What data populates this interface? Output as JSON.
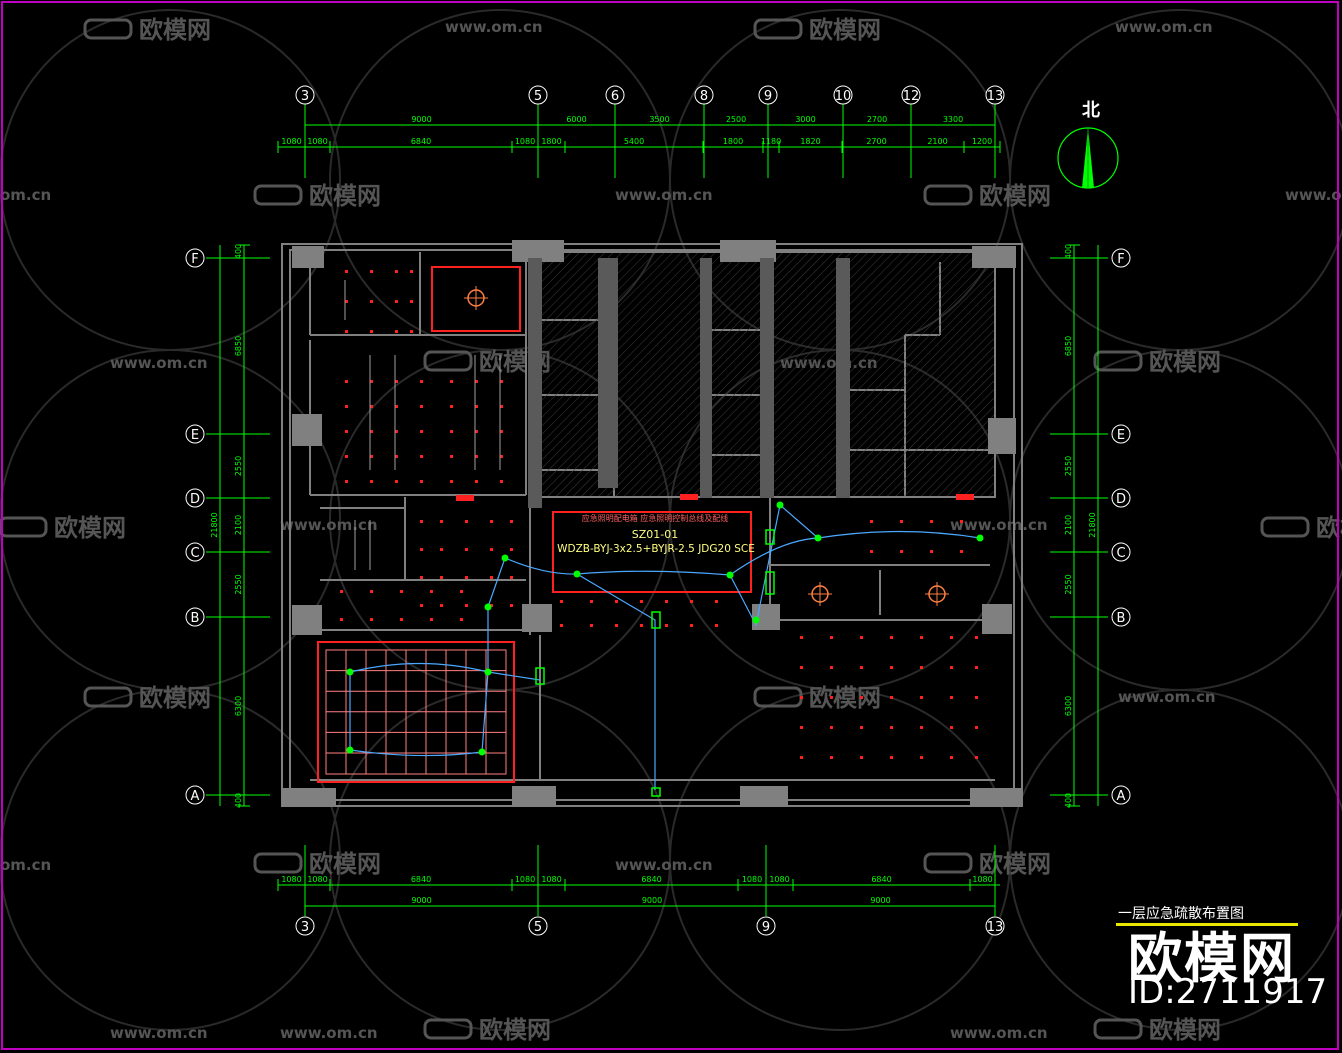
{
  "drawing": {
    "title": "一层应急疏散布置图",
    "north_label": "北",
    "legend_title": "应急照明配电箱 应急照明控制总线及配线",
    "circuit_code": "SZ01-01",
    "circuit_spec": "WDZB-BYJ-3x2.5+BYJR-2.5    JDG20 SCE"
  },
  "grid": {
    "top_axes": [
      "3",
      "5",
      "6",
      "8",
      "9",
      "10",
      "12",
      "13"
    ],
    "bottom_axes": [
      "3",
      "5",
      "9",
      "13"
    ],
    "side_axes": [
      "F",
      "E",
      "D",
      "C",
      "B",
      "A"
    ]
  },
  "dimensions": {
    "top_row1": [
      "9000",
      "6000",
      "3500",
      "2500",
      "3000",
      "2700",
      "3300"
    ],
    "top_row2": [
      "1080",
      "1080",
      "6840",
      "1080",
      "1800",
      "5400",
      "1800",
      "1180",
      "1820",
      "2700",
      "2100",
      "1200"
    ],
    "bottom_row1": [
      "1080",
      "1080",
      "6840",
      "1080",
      "1080",
      "6840",
      "1080",
      "1080",
      "6840",
      "1080"
    ],
    "bottom_row2": [
      "9000",
      "9000",
      "9000"
    ],
    "left_segments": [
      "400",
      "6850",
      "2550",
      "2100",
      "2550",
      "6300",
      "400"
    ],
    "left_total": "21800",
    "right_segments": [
      "400",
      "6850",
      "2550",
      "2100",
      "2550",
      "6300",
      "400"
    ],
    "right_total": "21800"
  },
  "watermark": {
    "brand": "欧模网",
    "site": "www.om.cn",
    "site_short": "om.cn",
    "id_label": "ID:2711917"
  },
  "colors": {
    "frame": "#c000c0",
    "dimension": "#00ff00",
    "wall": "#808080",
    "fixture": "#ff2020",
    "wiring": "#4aa8ff",
    "text_highlight": "#ffff80"
  }
}
